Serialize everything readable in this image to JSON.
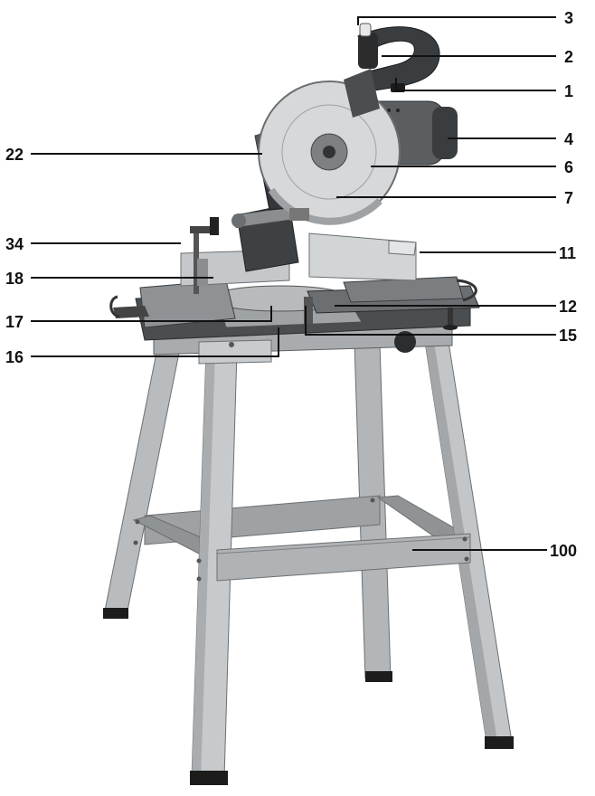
{
  "figure": {
    "subject": "miter saw on stand",
    "callouts": [
      {
        "id": "c3",
        "label": "3"
      },
      {
        "id": "c2",
        "label": "2"
      },
      {
        "id": "c1",
        "label": "1"
      },
      {
        "id": "c4",
        "label": "4"
      },
      {
        "id": "c6",
        "label": "6"
      },
      {
        "id": "c7",
        "label": "7"
      },
      {
        "id": "c11",
        "label": "11"
      },
      {
        "id": "c12",
        "label": "12"
      },
      {
        "id": "c15",
        "label": "15"
      },
      {
        "id": "c100",
        "label": "100"
      },
      {
        "id": "c22",
        "label": "22"
      },
      {
        "id": "c34",
        "label": "34"
      },
      {
        "id": "c18",
        "label": "18"
      },
      {
        "id": "c17",
        "label": "17"
      },
      {
        "id": "c16",
        "label": "16"
      }
    ]
  },
  "colors": {
    "metal_light": "#c9ccce",
    "metal_mid": "#a4a8ab",
    "metal_dark": "#6b6f72",
    "body_dark": "#3a3d40",
    "foot": "#1c1c1c",
    "blade": "#d6d8d9"
  }
}
